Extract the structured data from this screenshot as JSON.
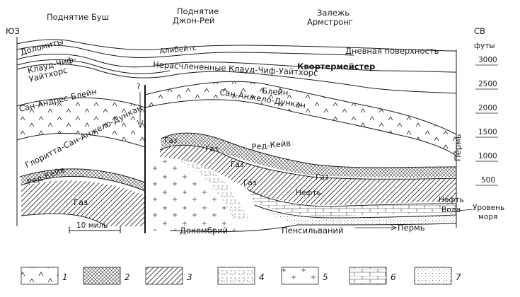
{
  "headers": {
    "bush": "Поднятие Буш",
    "john_ray_1": "Поднятие",
    "john_ray_2": "Джон-Рей",
    "armstrong_1": "Залежь",
    "armstrong_2": "Армстронг",
    "sw": "ЮЗ",
    "ne": "СВ"
  },
  "scale": {
    "unit": "футы",
    "ticks": [
      "3000",
      "2500",
      "2000",
      "1500",
      "1000",
      "500"
    ],
    "sea_level_1": "Уровень",
    "sea_level_2": "моря"
  },
  "formations": {
    "dolomites": "Доломиты",
    "cloud_chief_1": "Клауд-Чиф-",
    "cloud_chief_2": "Уайтхорс",
    "alibates": "Алибейтс",
    "surface": "Дневная поверхность",
    "undivided": "Нерасчлененные Клауд-Чиф-Уайтхорс",
    "quartermaster": "Квортермейстер",
    "blaine_sa": "Сан-Андрес-Блейн",
    "blaine": "Блейн",
    "san_angelo_duncan": "Сан-Анжело-Дункан",
    "glorietta": "Глоритта-Сан-Анжело-Дункан",
    "red_cave_left": "Ред-Кейв",
    "red_cave": "Ред-Кейв",
    "permian_vertical": "Пермь",
    "gas_left": "Газ",
    "gas_1": "Газ",
    "gas_2": "Газ",
    "gas_3": "Газ",
    "gas_4": "Газ",
    "gas_5": "Газ",
    "oil_mid": "Нефть",
    "oil_right": "Нефть",
    "water": "Вода",
    "precambrian": "Докембрий",
    "pennsylvanian": "Пенсильваний",
    "permian": "Пермь",
    "scale_bar": "10 миль",
    "fault_mark": "?"
  },
  "legend": [
    "1",
    "2",
    "3",
    "4",
    "5",
    "6",
    "7"
  ]
}
